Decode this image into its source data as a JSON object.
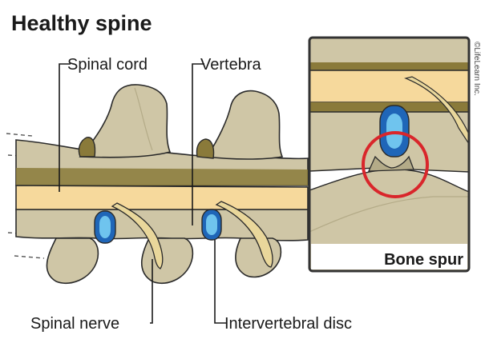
{
  "title": "Healthy spine",
  "credit": "©LifeLearn Inc.",
  "labels": {
    "spinal_cord": "Spinal cord",
    "vertebra": "Vertebra",
    "spinal_nerve": "Spinal nerve",
    "intervertebral_disc": "Intervertebral disc"
  },
  "inset": {
    "caption": "Bone spur"
  },
  "colors": {
    "bone": "#cfc6a6",
    "bone_dark": "#b4ab88",
    "bone_shadow": "#9a9270",
    "marrow": "#8a7a3a",
    "cord": "#f6d99c",
    "disc_outer": "#1f66b8",
    "disc_inner": "#6fc4ee",
    "nerve": "#e9d79b",
    "outline": "#2a2a2a",
    "highlight_circle": "#d9262b",
    "inset_frame": "#333333"
  }
}
